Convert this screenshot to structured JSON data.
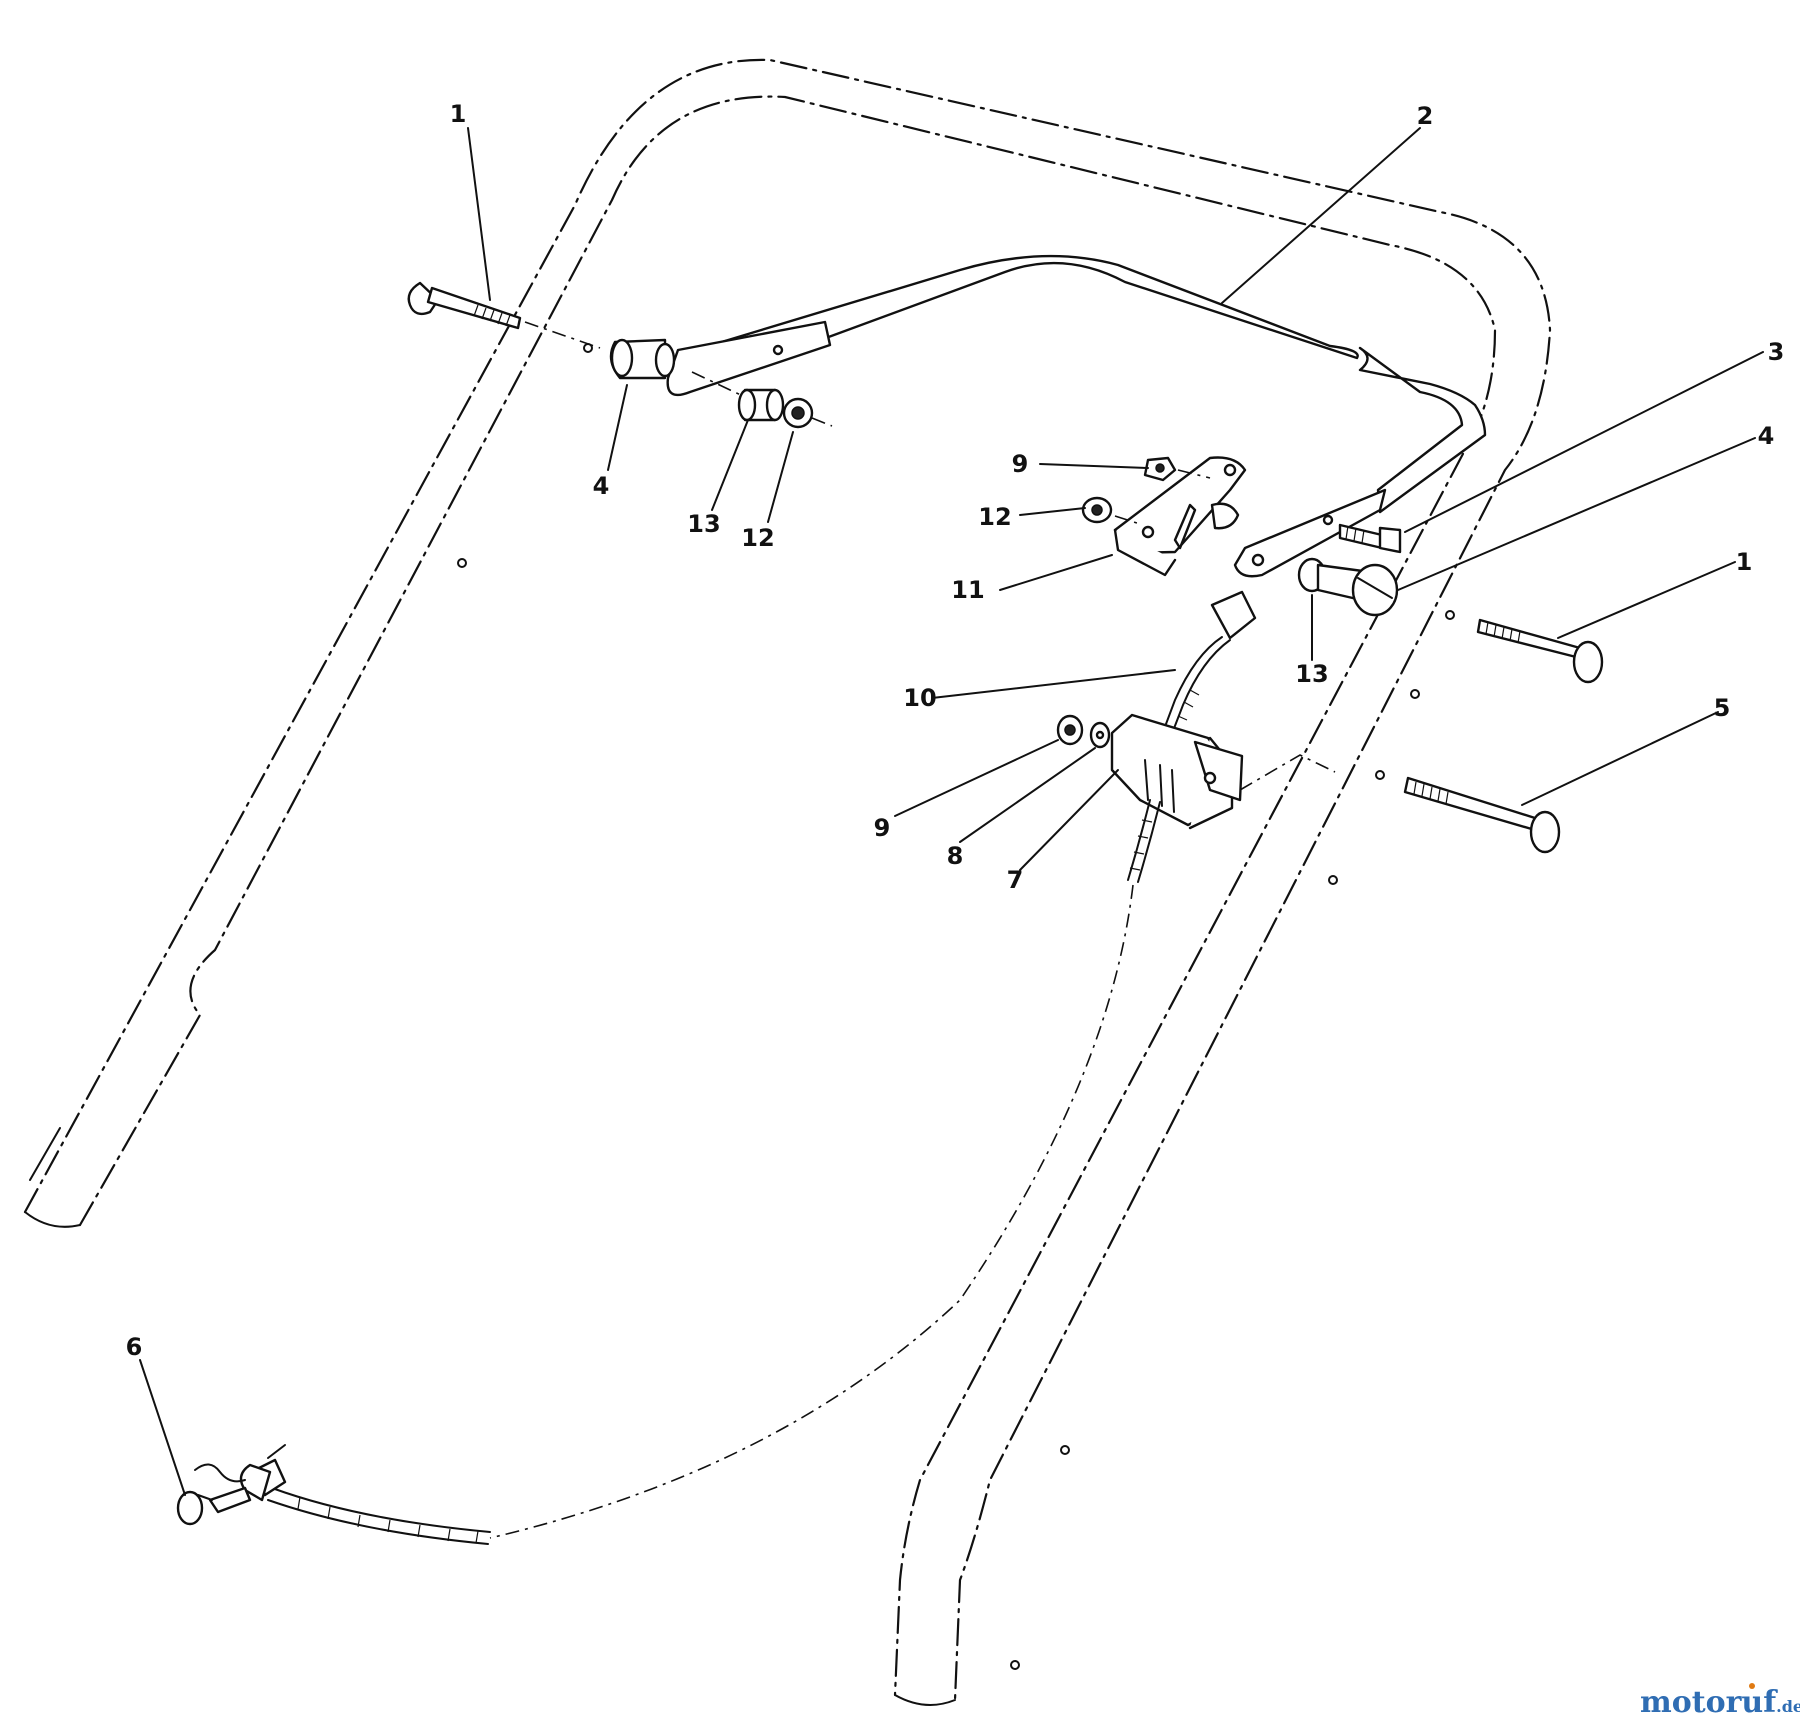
{
  "callouts": [
    {
      "id": "c1a",
      "label": "1"
    },
    {
      "id": "c2",
      "label": "2"
    },
    {
      "id": "c4a",
      "label": "4"
    },
    {
      "id": "c13a",
      "label": "13"
    },
    {
      "id": "c12a",
      "label": "12"
    },
    {
      "id": "c3",
      "label": "3"
    },
    {
      "id": "c4b",
      "label": "4"
    },
    {
      "id": "c1b",
      "label": "1"
    },
    {
      "id": "c9a",
      "label": "9"
    },
    {
      "id": "c12b",
      "label": "12"
    },
    {
      "id": "c11",
      "label": "11"
    },
    {
      "id": "c13b",
      "label": "13"
    },
    {
      "id": "c10",
      "label": "10"
    },
    {
      "id": "c5",
      "label": "5"
    },
    {
      "id": "c9b",
      "label": "9"
    },
    {
      "id": "c8",
      "label": "8"
    },
    {
      "id": "c7",
      "label": "7"
    },
    {
      "id": "c6",
      "label": "6"
    }
  ],
  "watermark": {
    "brand": "motoruf",
    "suffix": ".de",
    "brand_color": "#2f6db3",
    "accent_color": "#e07a12"
  }
}
